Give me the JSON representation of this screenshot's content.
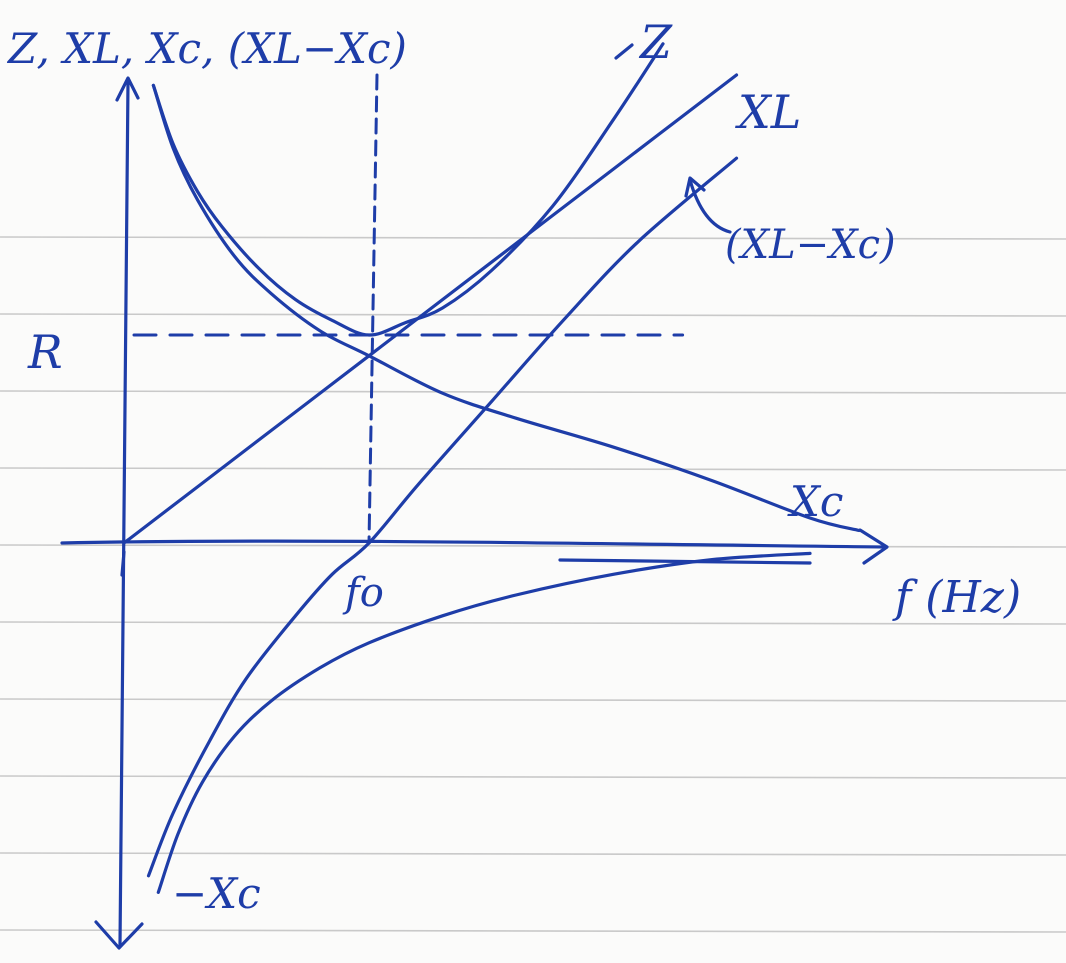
{
  "chart_data": {
    "type": "line",
    "title": "",
    "ylabel": "Z, XL, Xc, (XL−Xc)",
    "xlabel": "f (Hz)",
    "grid": false,
    "legend": "none",
    "x_range": [
      0,
      3.2
    ],
    "y_range": [
      -1.7,
      2.2
    ],
    "reference": {
      "resistance_label": "R",
      "resistance_value": 1.0,
      "resonance_label": "fo",
      "resonance_value": 1.0
    },
    "series": [
      {
        "name": "Z",
        "x": [
          0.12,
          0.2,
          0.3,
          0.4,
          0.55,
          0.7,
          0.85,
          1.0,
          1.15,
          1.3,
          1.5,
          1.75,
          2.0,
          2.2
        ],
        "y": [
          2.2,
          1.92,
          1.69,
          1.52,
          1.32,
          1.17,
          1.07,
          1.0,
          1.06,
          1.13,
          1.31,
          1.62,
          2.04,
          2.4
        ]
      },
      {
        "name": "XL",
        "x": [
          0,
          0.5,
          1.0,
          1.5,
          2.0,
          2.5
        ],
        "y": [
          0,
          0.45,
          0.9,
          1.35,
          1.8,
          2.25
        ]
      },
      {
        "name": "Xc",
        "x": [
          0.12,
          0.2,
          0.3,
          0.45,
          0.6,
          0.8,
          1.0,
          1.3,
          1.6,
          2.0,
          2.4,
          2.8,
          3.0
        ],
        "y": [
          2.2,
          1.9,
          1.65,
          1.38,
          1.2,
          1.02,
          0.9,
          0.72,
          0.6,
          0.46,
          0.3,
          0.12,
          0.06
        ]
      },
      {
        "name": "(XL − Xc)",
        "x": [
          0.1,
          0.2,
          0.35,
          0.5,
          0.7,
          0.85,
          1.0,
          1.2,
          1.5,
          1.8,
          2.1,
          2.5
        ],
        "y": [
          -1.6,
          -1.3,
          -0.95,
          -0.65,
          -0.35,
          -0.15,
          0.0,
          0.28,
          0.68,
          1.08,
          1.45,
          1.85
        ]
      },
      {
        "name": "−Xc",
        "x": [
          0.14,
          0.22,
          0.32,
          0.45,
          0.6,
          0.8,
          1.0,
          1.3,
          1.6,
          2.0,
          2.4,
          2.8
        ],
        "y": [
          -1.68,
          -1.4,
          -1.15,
          -0.93,
          -0.76,
          -0.6,
          -0.48,
          -0.35,
          -0.25,
          -0.15,
          -0.08,
          -0.05
        ]
      }
    ]
  },
  "labels": {
    "z": "Z",
    "xl": "XL",
    "xc": "Xc",
    "xl_minus_xc": "(XL−Xc)",
    "neg_xc": "−Xc"
  },
  "colors": {
    "ink": "#1e3da8",
    "paper": "#fbfbfa",
    "rule": "#c9c9c9"
  }
}
